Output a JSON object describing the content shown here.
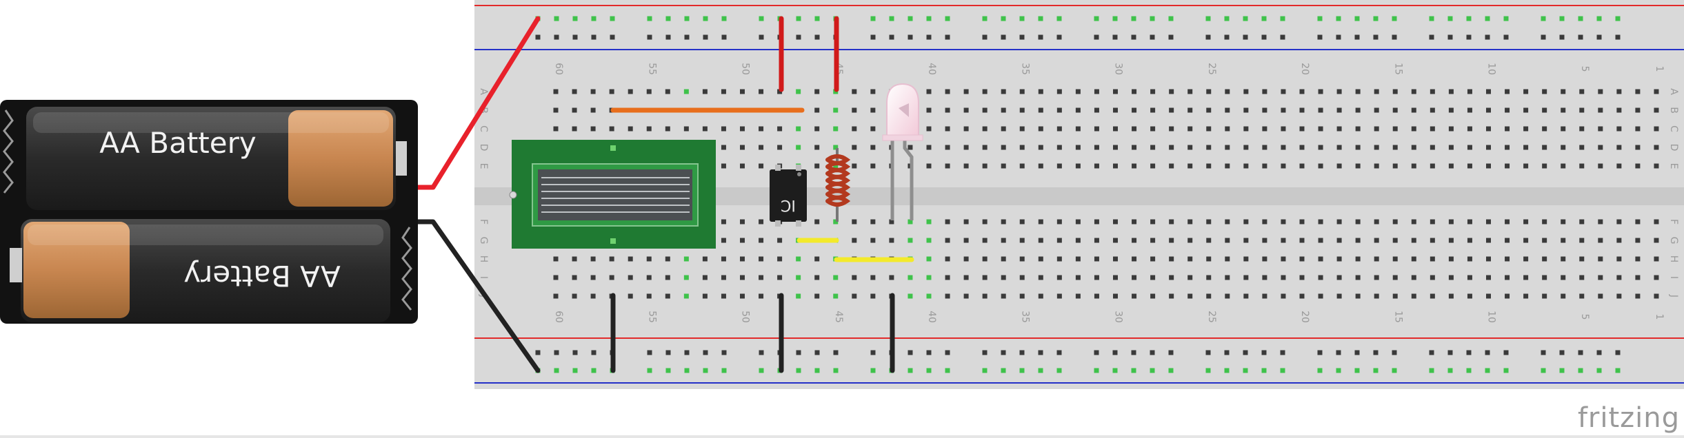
{
  "battery_pack": {
    "top_battery_label": "AA Battery",
    "bottom_battery_label": "AA Battery"
  },
  "breadboard": {
    "column_numbers_left_to_right": [
      "60",
      "55",
      "50",
      "45",
      "40",
      "35",
      "30",
      "25",
      "20",
      "15",
      "10",
      "5",
      "1"
    ],
    "row_letters_top": [
      "A",
      "B",
      "C",
      "D",
      "E"
    ],
    "row_letters_bottom": [
      "F",
      "G",
      "H",
      "I",
      "J"
    ]
  },
  "components": {
    "ic_label": "IC"
  },
  "wires": [
    {
      "id": "red-wire-battery",
      "color": "#e8212b"
    },
    {
      "id": "black-wire-battery",
      "color": "#222222"
    },
    {
      "id": "red-jumper-1",
      "color": "#d11a1a"
    },
    {
      "id": "red-jumper-2",
      "color": "#d11a1a"
    },
    {
      "id": "orange-jumper",
      "color": "#e86e1c"
    },
    {
      "id": "yellow-jumper-1",
      "color": "#f3ea2a"
    },
    {
      "id": "yellow-jumper-2",
      "color": "#f3ea2a"
    },
    {
      "id": "black-jumper-1",
      "color": "#222222"
    },
    {
      "id": "black-jumper-2",
      "color": "#222222"
    },
    {
      "id": "black-jumper-3",
      "color": "#222222"
    }
  ],
  "brand": {
    "logo_text": "fritzing"
  },
  "colors": {
    "breadboard": "#d9d9d9",
    "rail_red": "#e22a2a",
    "rail_blue": "#2430c8",
    "active_hole": "#3fc24b",
    "module_green": "#1f7a32",
    "coil": "#b3391e"
  }
}
